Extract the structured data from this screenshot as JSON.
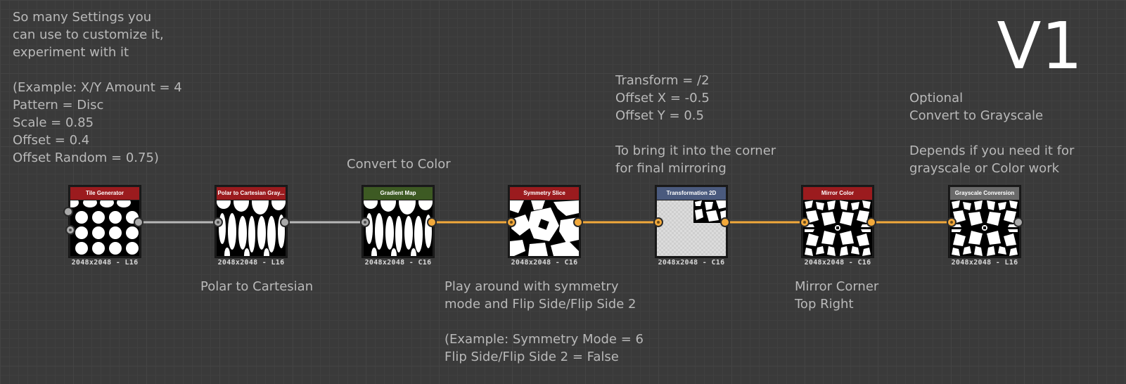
{
  "version_label": "V1",
  "colors": {
    "background": "#3a3a3a",
    "wire_gray": "#b8b8b8",
    "wire_orange": "#f2a93b",
    "header_red": "#9b1b1e",
    "header_green": "#3d5a23",
    "header_blue": "#4a5a7e",
    "header_gray": "#6a6a6a"
  },
  "notes": {
    "tile_settings": "So many Settings you\ncan use to customize it,\nexperiment with it\n\n(Example: X/Y Amount = 4\nPattern = Disc\nScale = 0.85\nOffset = 0.4\nOffset Random = 0.75)",
    "polar": "Polar to Cartesian",
    "convert_color": "Convert to Color",
    "symmetry": "Play around with symmetry\nmode and Flip Side/Flip Side 2\n\n(Example: Symmetry Mode = 6\nFlip Side/Flip Side 2 = False",
    "transform": "Transform = /2\nOffset X = -0.5\nOffset Y = 0.5\n\nTo bring it into the corner\nfor final mirroring",
    "mirror": "Mirror Corner\nTop Right",
    "grayscale": "Optional\nConvert to Grayscale\n\nDepends if you need it for\ngrayscale or Color work"
  },
  "nodes": [
    {
      "title": "Tile Generator",
      "resolution": "2048x2048 - L16",
      "header_color": "#9b1b1e",
      "thumb": "discs"
    },
    {
      "title": "Polar to Cartesian Gray...",
      "resolution": "2048x2048 - L16",
      "header_color": "#9b1b1e",
      "thumb": "stretched-ovals"
    },
    {
      "title": "Gradient Map",
      "resolution": "2048x2048 - C16",
      "header_color": "#3d5a23",
      "thumb": "stretched-ovals"
    },
    {
      "title": "Symmetry Slice",
      "resolution": "2048x2048 - C16",
      "header_color": "#9b1b1e",
      "thumb": "symmetry-pattern"
    },
    {
      "title": "Transformation 2D",
      "resolution": "2048x2048 - C16",
      "header_color": "#4a5a7e",
      "thumb": "corner-pattern"
    },
    {
      "title": "Mirror Color",
      "resolution": "2048x2048 - C16",
      "header_color": "#9b1b1e",
      "thumb": "mirrored-pattern"
    },
    {
      "title": "Grayscale Conversion",
      "resolution": "2048x2048 - L16",
      "header_color": "#6a6a6a",
      "thumb": "mirrored-pattern"
    }
  ]
}
